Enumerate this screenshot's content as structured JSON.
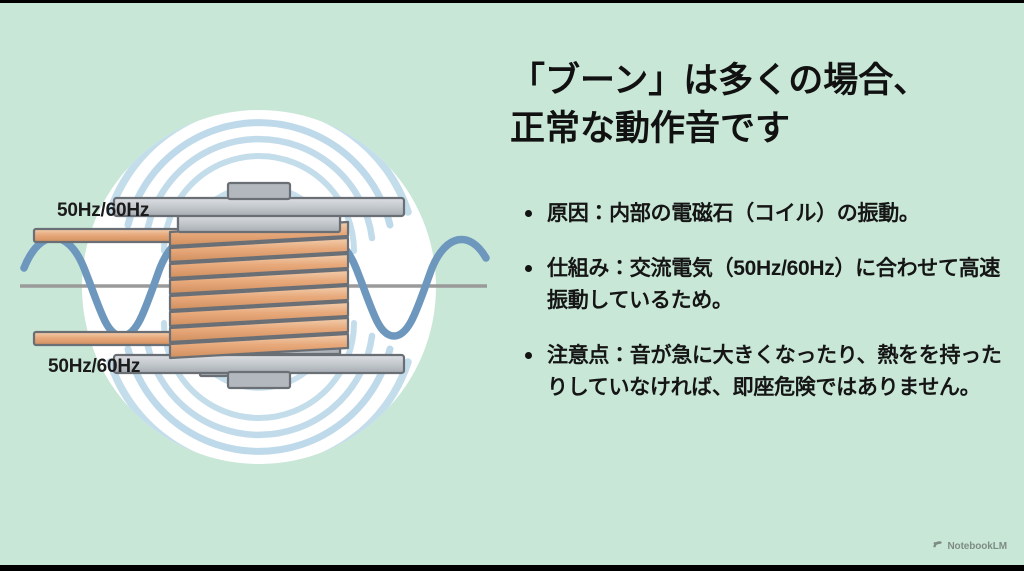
{
  "slide": {
    "background_color": "#c8e7d7",
    "title": "「ブーン」は多くの場合、\n正常な動作音です",
    "title_line1": "「ブーン」は多くの場合、",
    "title_line2": "正常な動作音です",
    "bullets": [
      {
        "text": "原因：内部の電磁石（コイル）の振動。"
      },
      {
        "text": "仕組み：交流電気（50Hz/60Hz）に合わせて高速振動しているため。"
      },
      {
        "text": "注意点：音が急に大きくなったり、熱をを持ったりしていなければ、即座危険ではありません。"
      }
    ]
  },
  "illustration": {
    "name": "electromagnet-coil-with-sine-wave",
    "freq_label_top": "50Hz/60Hz",
    "freq_label_bottom": "50Hz/60Hz",
    "colors": {
      "circle": "#ffffff",
      "wave": "#6d97bd",
      "baseline": "#9a9a9a",
      "arc": "#bcd8e8",
      "copper": "#e3a878",
      "copper_light": "#f0c9a5",
      "metal": "#b9bec4",
      "metal_light": "#d2d6da",
      "outline": "#5a5f66"
    },
    "coil_turns": 9,
    "arc_rings": 4
  },
  "watermark": {
    "label": "NotebookLM",
    "icon": "notebooklm-spark-icon"
  }
}
